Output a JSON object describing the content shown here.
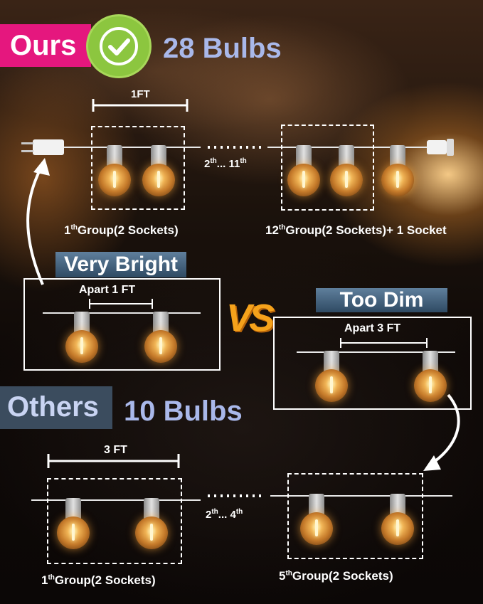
{
  "ours": {
    "label": "Ours",
    "count_label": "28 Bulbs"
  },
  "others": {
    "label": "Others",
    "count_label": "10 Bulbs"
  },
  "ours_string": {
    "spacing_label": "1FT",
    "middle_label": {
      "prefix": "2",
      "sup1": "th",
      "mid": "... 11",
      "sup2": "th"
    },
    "group_first": {
      "number": "1",
      "sup": "th",
      "text": "Group(2 Sockets)"
    },
    "group_last": {
      "number": "12",
      "sup": "th",
      "text": "Group(2 Sockets)+ 1 Socket"
    }
  },
  "comparison": {
    "bright_label": "Very Bright",
    "bright_apart": "Apart 1 FT",
    "vs_label": "VS",
    "dim_label": "Too Dim",
    "dim_apart": "Apart 3 FT"
  },
  "others_string": {
    "spacing_label": "3 FT",
    "middle_label": {
      "prefix": "2",
      "sup1": "th",
      "mid": "... 4",
      "sup2": "th"
    },
    "group_first": {
      "number": "1",
      "sup": "th",
      "text": "Group(2 Sockets)"
    },
    "group_last": {
      "number": "5",
      "sup": "th",
      "text": "Group(2 Sockets)"
    }
  },
  "icons": [
    "check-icon",
    "plug-icon",
    "end-cap-icon",
    "bulb-icon",
    "arrow-icon"
  ],
  "colors": {
    "ours_tag": "#e5177e",
    "check_badge": "#8cc63f",
    "headline": "#a9b8ea",
    "vs": "#f5a21b"
  }
}
